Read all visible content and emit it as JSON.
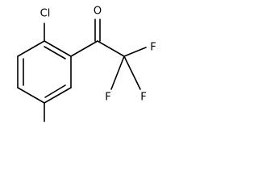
{
  "molecule": {
    "atoms": {
      "chlorine": "Cl",
      "oxygen": "O",
      "fluorine_1": "F",
      "fluorine_2": "F",
      "fluorine_3": "F"
    }
  }
}
